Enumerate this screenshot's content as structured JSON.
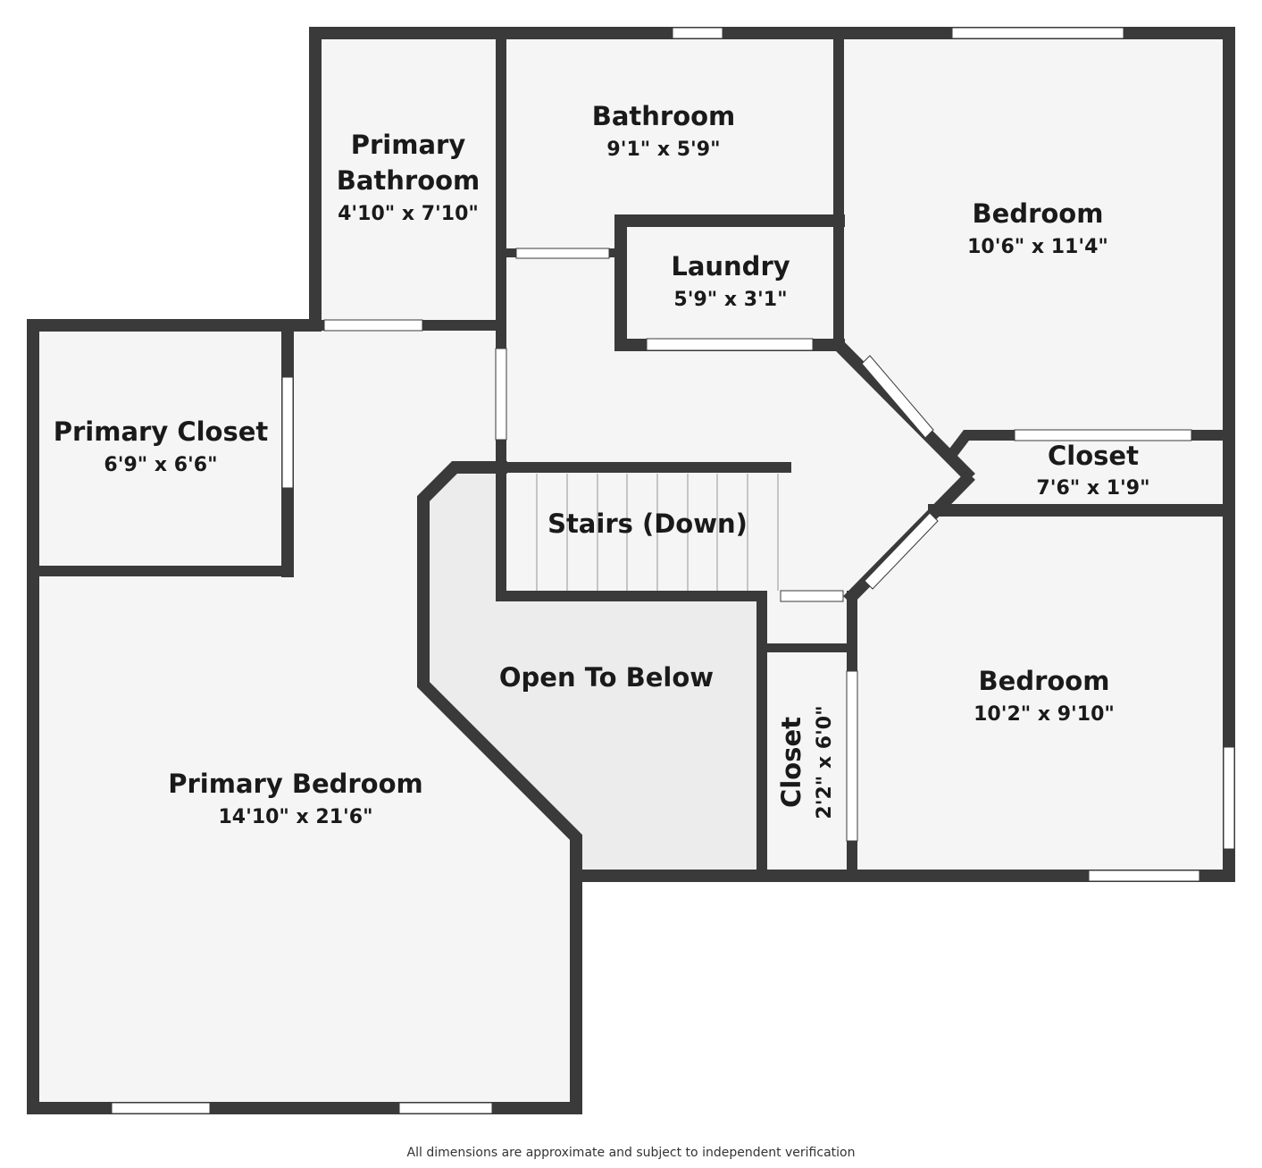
{
  "colors": {
    "wall": "#3a3a3a",
    "floor": "#f5f5f5",
    "open_to_below": "#ececec",
    "opening": "#ffffff",
    "stair_line": "#b5b5b5",
    "text": "#1a1a1a"
  },
  "rooms": {
    "primary_bathroom": {
      "name_line1": "Primary",
      "name_line2": "Bathroom",
      "dims": "4'10\" x 7'10\""
    },
    "bathroom": {
      "name": "Bathroom",
      "dims": "9'1\" x 5'9\""
    },
    "bedroom_top": {
      "name": "Bedroom",
      "dims": "10'6\" x 11'4\""
    },
    "laundry": {
      "name": "Laundry",
      "dims": "5'9\" x 3'1\""
    },
    "primary_closet": {
      "name": "Primary Closet",
      "dims": "6'9\" x 6'6\""
    },
    "closet_right": {
      "name": "Closet",
      "dims": "7'6\" x 1'9\""
    },
    "stairs": {
      "name": "Stairs (Down)"
    },
    "open_to_below": {
      "name": "Open To Below"
    },
    "closet_small": {
      "name": "Closet",
      "dims": "2'2\" x 6'0\""
    },
    "bedroom_bottom": {
      "name": "Bedroom",
      "dims": "10'2\" x 9'10\""
    },
    "primary_bedroom": {
      "name": "Primary Bedroom",
      "dims": "14'10\" x 21'6\""
    }
  },
  "footer": "All dimensions are approximate and subject to independent verification"
}
